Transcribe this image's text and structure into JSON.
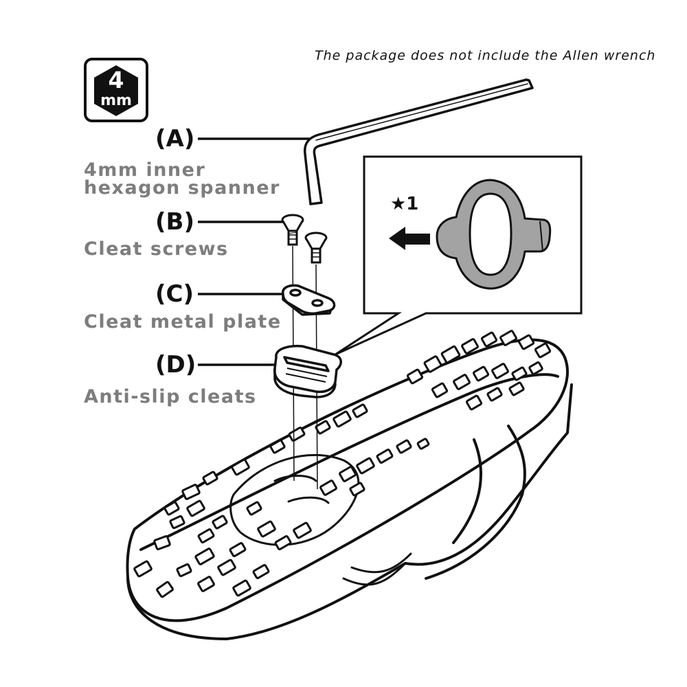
{
  "note": "The package does not include the Allen wrench",
  "badge": {
    "size": "4",
    "unit": "mm"
  },
  "parts": [
    {
      "letter": "(A)",
      "name_line1": "4mm inner",
      "name_line2": "hexagon spanner"
    },
    {
      "letter": "(B)",
      "name": "Cleat screws"
    },
    {
      "letter": "(C)",
      "name": "Cleat metal plate"
    },
    {
      "letter": "(D)",
      "name": "Anti-slip cleats"
    }
  ],
  "inset": {
    "marker": "★1"
  },
  "colors": {
    "line": "#111111",
    "label_gray": "#7d7d7d",
    "cleat_fill": "#a3a3a3"
  }
}
